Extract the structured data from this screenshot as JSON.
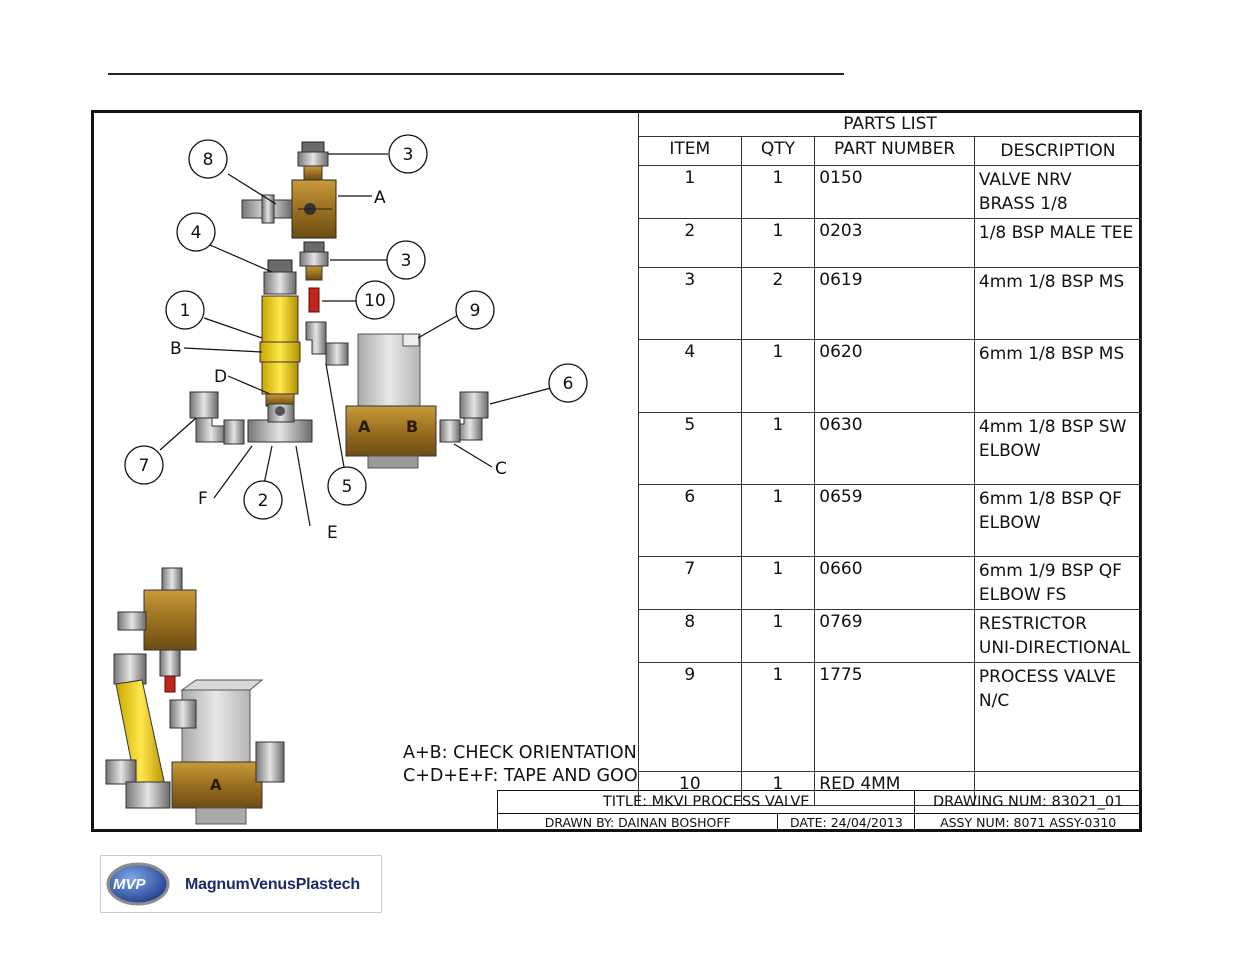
{
  "parts_list": {
    "title": "PARTS LIST",
    "headers": [
      "ITEM",
      "QTY",
      "PART NUMBER",
      "DESCRIPTION"
    ],
    "rows": [
      {
        "item": "1",
        "qty": "1",
        "part": "0150",
        "desc": "VALVE NRV\nBRASS 1/8"
      },
      {
        "item": "2",
        "qty": "1",
        "part": "0203",
        "desc": "1/8 BSP MALE TEE"
      },
      {
        "item": "3",
        "qty": "2",
        "part": "0619",
        "desc": "4mm 1/8 BSP MS"
      },
      {
        "item": "4",
        "qty": "1",
        "part": "0620",
        "desc": "6mm 1/8 BSP MS"
      },
      {
        "item": "5",
        "qty": "1",
        "part": "0630",
        "desc": "4mm 1/8 BSP SW\nELBOW"
      },
      {
        "item": "6",
        "qty": "1",
        "part": "0659",
        "desc": "6mm 1/8 BSP QF\nELBOW"
      },
      {
        "item": "7",
        "qty": "1",
        "part": "0660",
        "desc": "6mm 1/9 BSP QF\nELBOW FS"
      },
      {
        "item": "8",
        "qty": "1",
        "part": "0769",
        "desc": "RESTRICTOR\nUNI-DIRECTIONAL"
      },
      {
        "item": "9",
        "qty": "1",
        "part": "1775",
        "desc": "PROCESS VALVE\nN/C"
      },
      {
        "item": "10",
        "qty": "1",
        "part": "RED 4MM",
        "desc": ""
      }
    ]
  },
  "notes": [
    "A+B: CHECK ORIENTATION",
    "C+D+E+F: TAPE AND GOO"
  ],
  "title_block": {
    "title": "TITLE: MKVI PROCESS VALVE",
    "drawing_num": "DRAWING NUM: 83021_01",
    "drawn_by": "DRAWN BY: DAINAN BOSHOFF",
    "date": "DATE: 24/04/2013",
    "assy_num": "ASSY NUM: 8071 ASSY-0310"
  },
  "callouts": {
    "balloons": [
      "1",
      "2",
      "3",
      "3",
      "4",
      "5",
      "6",
      "7",
      "8",
      "9",
      "10"
    ],
    "letters": [
      "A",
      "B",
      "C",
      "D",
      "E",
      "F"
    ],
    "valve_ports": [
      "A",
      "B"
    ]
  },
  "logo": {
    "mark": "MVP",
    "name": "MagnumVenusPlastech"
  },
  "colors": {
    "brass": "#b8911f",
    "dark_brass": "#7a5a10",
    "yellow_valve": "#f2d21b",
    "fitting_grey": "#9a9a9a",
    "valve_body_grey": "#cfcfcf",
    "restrictor_red": "#c0261d",
    "logo_blue": "#1c2a6b"
  }
}
